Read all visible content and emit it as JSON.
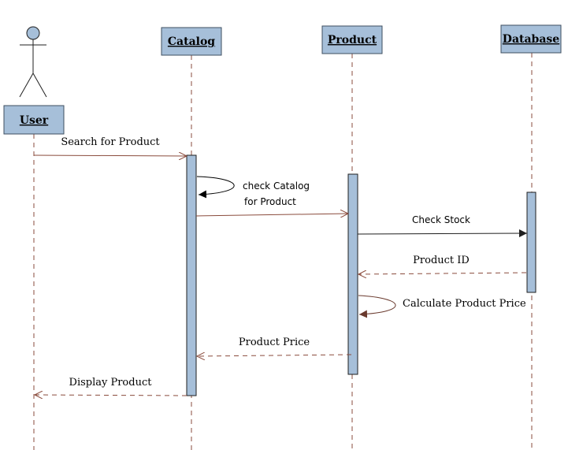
{
  "colors": {
    "box_fill": "#a6bfd9",
    "box_stroke": "#3f4f60",
    "lifeline": "#8a4b3c",
    "message_line": "#8a4b3c",
    "check_stock_line": "#1f1f1f",
    "text": "#000000"
  },
  "actor": {
    "label": "User",
    "icon": "stick-figure-icon"
  },
  "objects": {
    "catalog": "Catalog",
    "product": "Product",
    "database": "Database"
  },
  "messages": {
    "search": "Search for Product",
    "check_catalog_line1": "check Catalog",
    "check_catalog_line2": "for Product",
    "check_stock": "Check Stock",
    "product_id": "Product ID",
    "calc_price": "Calculate Product Price",
    "product_price": "Product Price",
    "display": "Display Product"
  }
}
